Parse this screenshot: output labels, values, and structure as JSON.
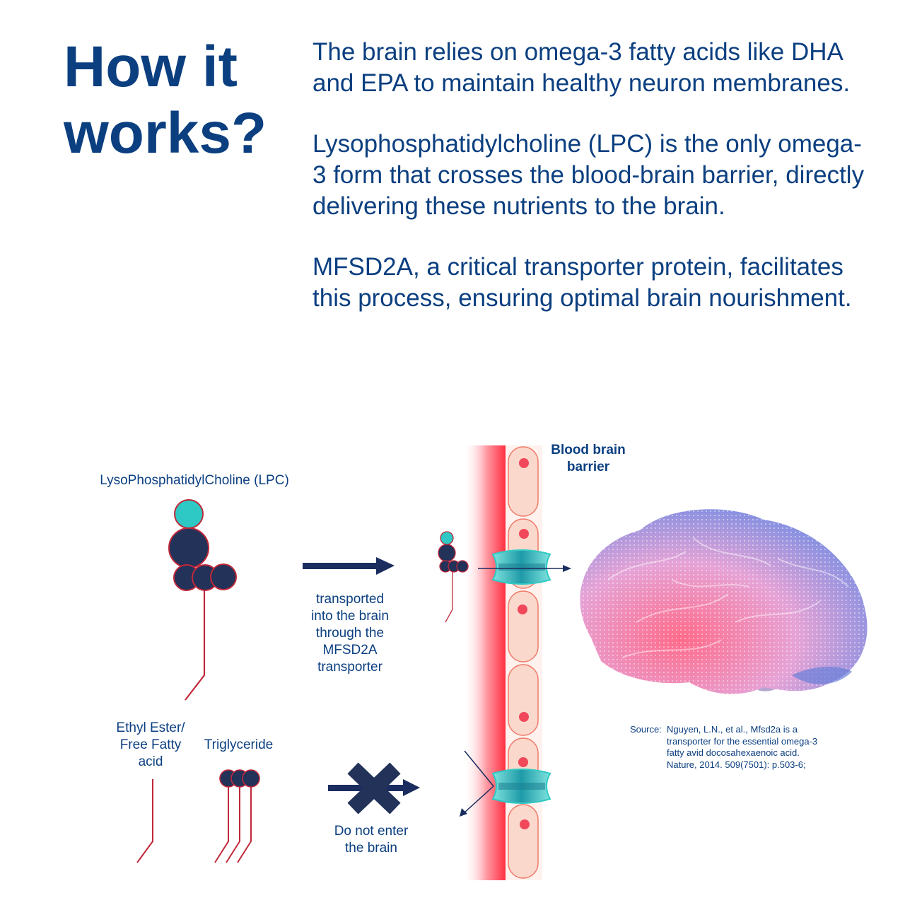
{
  "heading": "How it works?",
  "paragraphs": [
    "The brain relies on omega-3 fatty acids like DHA and EPA to maintain healthy neuron membranes.",
    "Lysophosphatidylcholine (LPC) is the only omega-3 form that crosses the blood-brain barrier, directly delivering these nutrients to the brain.",
    "MFSD2A, a critical transporter protein, facilitates this process, ensuring optimal brain nourishment."
  ],
  "diagram": {
    "lpc_label": "LysoPhosphatidylCholine (LPC)",
    "transport_label": [
      "transported",
      "into the brain",
      "through the",
      "MFSD2A",
      "transporter"
    ],
    "barrier_label": [
      "Blood brain",
      "barrier"
    ],
    "ethyl_label": [
      "Ethyl Ester/",
      "Free Fatty",
      "acid"
    ],
    "triglyceride_label": "Triglyceride",
    "blocked_label": [
      "Do not enter",
      "the brain"
    ],
    "source_key": "Source:",
    "source_text": "Nguyen, L.N., et al., Mfsd2a is a transporter for the essential omega-3 fatty avid docosahexaenoic acid. Nature, 2014. 509(7501): p.503-6;",
    "icons": [
      "lpc-molecule-icon",
      "arrow-right-icon",
      "blocked-x-icon",
      "blood-vessel-icon",
      "mfsd2a-transporter-icon",
      "brain-icon"
    ],
    "colors": {
      "navy": "#0b3f80",
      "molecule_dark": "#223259",
      "teal": "#2ec9c4",
      "red_line": "#c0283a",
      "vessel_red": "#ff3a4a",
      "cell_fill": "#fbd8cc",
      "cell_dot": "#f0475a"
    }
  }
}
